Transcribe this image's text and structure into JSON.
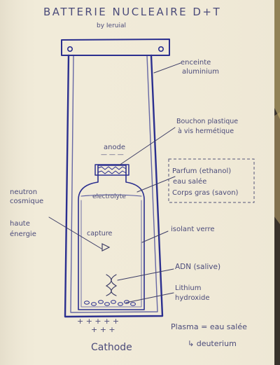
{
  "title": "BATTERIE NUCLEAIRE D+T",
  "author": "by Ieruial",
  "labels": {
    "enceinte": [
      "enceinte",
      "aluminium"
    ],
    "bouchon": [
      "Bouchon plastique",
      "à vis hermétique"
    ],
    "anode": "anode",
    "parfum": [
      "Parfum (ethanol)",
      "eau salée",
      "Corps gras (savon)"
    ],
    "neutron": [
      "neutron",
      "cosmique"
    ],
    "haute": [
      "haute",
      "énergie"
    ],
    "electrolyte": "electrolyte",
    "capture": "capture",
    "isolant": "isolant verre",
    "adn": "ADN (salive)",
    "lithium": [
      "Lithium",
      "hydroxide"
    ],
    "plasma": "Plasma = eau salée",
    "deuterium": "↳ deuterium",
    "cathode": "Cathode",
    "anode_signs": "— — —",
    "cathode_signs_top": "+ +  +  + +",
    "cathode_signs_bottom": "+  +  +"
  },
  "colors": {
    "paper": "#f1ebd9",
    "ink_blue": "#2b2f8f",
    "pen_gray": "#4b4b7a"
  }
}
